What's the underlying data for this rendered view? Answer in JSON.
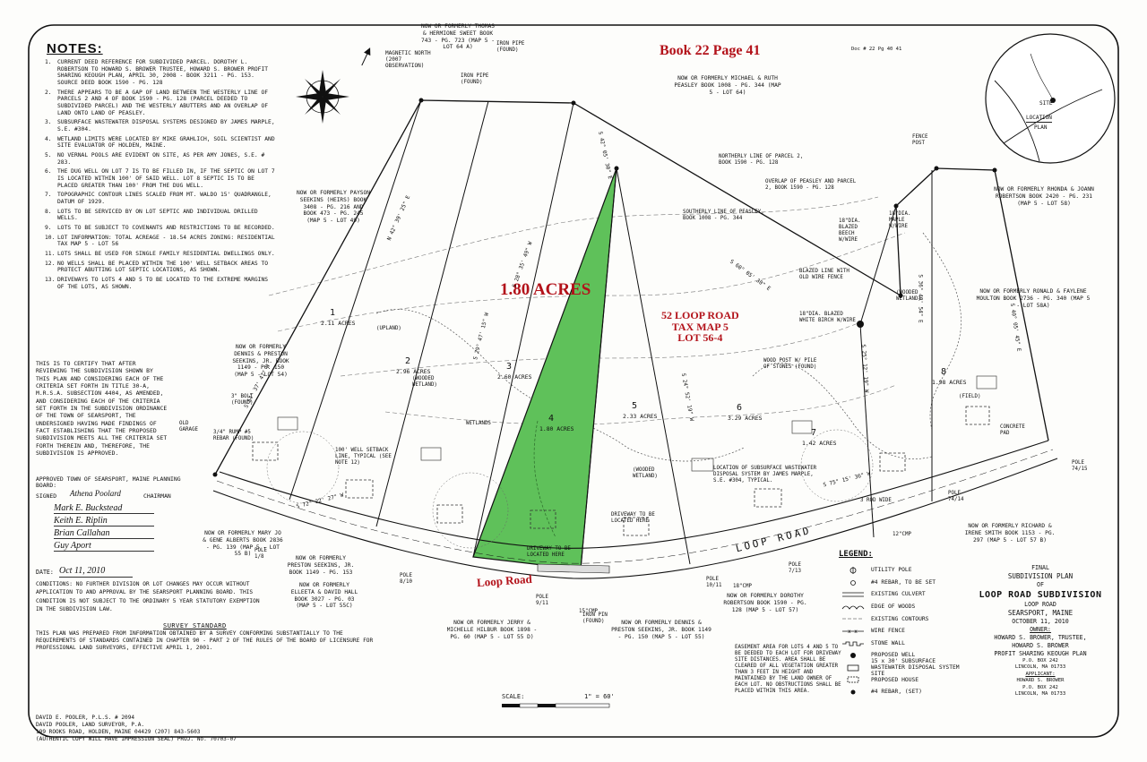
{
  "header": {
    "book_page": "Book 22 Page 41",
    "stamp": "Doc # 22 Pg 40 41"
  },
  "notes": {
    "title": "NOTES:",
    "items": [
      {
        "n": "1.",
        "text": "CURRENT DEED REFERENCE FOR SUBDIVIDED PARCEL. DOROTHY L. ROBERTSON TO HOWARD S. BROWER TRUSTEE, HOWARD S. BROWER PROFIT SHARING KEOUGH PLAN, APRIL 30, 2008 - BOOK 3211 - PG. 153. SOURCE DEED BOOK 1590 - PG. 128"
      },
      {
        "n": "2.",
        "text": "THERE APPEARS TO BE A GAP OF LAND BETWEEN THE WESTERLY LINE OF PARCELS 2 AND 4 OF BOOK 1590 - PG. 128 (PARCEL DEEDED TO SUBDIVIDED PARCEL) AND THE WESTERLY ABUTTERS AND AN OVERLAP OF LAND ONTO LAND OF PEASLEY."
      },
      {
        "n": "3.",
        "text": "SUBSURFACE WASTEWATER DISPOSAL SYSTEMS DESIGNED BY JAMES MARPLE, S.E. #304."
      },
      {
        "n": "4.",
        "text": "WETLAND LIMITS WERE LOCATED BY MIKE GRAHLICH, SOIL SCIENTIST AND SITE EVALUATOR OF HOLDEN, MAINE."
      },
      {
        "n": "5.",
        "text": "NO VERNAL POOLS ARE EVIDENT ON SITE, AS PER AMY JONES, S.E. # 283."
      },
      {
        "n": "6.",
        "text": "THE DUG WELL ON LOT 7 IS TO BE FILLED IN, IF THE SEPTIC ON LOT 7 IS LOCATED WITHIN 100' OF SAID WELL. LOT 8 SEPTIC IS TO BE PLACED GREATER THAN 100' FROM THE DUG WELL."
      },
      {
        "n": "7.",
        "text": "TOPOGRAPHIC CONTOUR LINES SCALED FROM MT. WALDO 15' QUADRANGLE, DATUM OF 1929."
      },
      {
        "n": "8.",
        "text": "LOTS TO BE SERVICED BY ON LOT SEPTIC AND INDIVIDUAL DRILLED WELLS."
      },
      {
        "n": "9.",
        "text": "LOTS TO BE SUBJECT TO COVENANTS AND RESTRICTIONS TO BE RECORDED."
      },
      {
        "n": "10.",
        "text": "LOT INFORMATION: TOTAL ACREAGE - 18.54 ACRES ZONING: RESIDENTIAL TAX MAP 5 - LOT 56"
      },
      {
        "n": "11.",
        "text": "LOTS SHALL BE USED FOR SINGLE FAMILY RESIDENTIAL DWELLINGS ONLY."
      },
      {
        "n": "12.",
        "text": "NO WELLS SHALL BE PLACED WITHIN THE 100' WELL SETBACK AREAS TO PROTECT ABUTTING LOT SEPTIC LOCATIONS, AS SHOWN."
      },
      {
        "n": "13.",
        "text": "DRIVEWAYS TO LOTS 4 AND 5 TO BE LOCATED TO THE EXTREME MARGINS OF THE LOTS, AS SHOWN."
      }
    ]
  },
  "certification": "THIS IS TO CERTIFY THAT AFTER REVIEWING THE SUBDIVISION SHOWN BY THIS PLAN AND CONSIDERING EACH OF THE CRITERIA SET FORTH IN TITLE 30-A, M.R.S.A. SUBSECTION 4404, AS AMENDED, AND CONSIDERING EACH OF THE CRITERIA SET FORTH IN THE SUBDIVISION ORDINANCE OF THE TOWN OF SEARSPORT, THE UNDERSIGNED HAVING MADE FINDINGS OF FACT ESTABLISHING THAT THE PROPOSED SUBDIVISION MEETS ALL THE CRITERIA SET FORTH THEREIN AND, THEREFORE, THE SUBDIVISION IS APPROVED.",
  "approval": {
    "board": "APPROVED TOWN OF SEARSPORT, MAINE PLANNING BOARD:",
    "signed_label": "SIGNED",
    "signed_name": "Athena Poolard",
    "chairman": "CHAIRMAN",
    "signatures": [
      "Mark E. Buckstead",
      "Keith E. Riplin",
      "Brian Callahan",
      "Guy Aport"
    ]
  },
  "date": {
    "label": "DATE:",
    "value": "Oct 11, 2010"
  },
  "conditions": {
    "label": "CONDITIONS:",
    "lines": [
      "NO FURTHER DIVISION OR LOT CHANGES MAY OCCUR WITHOUT",
      "APPLICATION TO AND APPROVAL BY THE SEARSPORT PLANNING BOARD. THIS",
      "CONDITION IS NOT SUBJECT TO THE ORDINARY 5 YEAR STATUTORY EXEMPTION",
      "IN THE SUBDIVISION LAW."
    ]
  },
  "survey_standard": {
    "title": "SURVEY STANDARD",
    "text": "THIS PLAN WAS PREPARED FROM INFORMATION OBTAINED BY A SURVEY CONFORMING SUBSTANTIALLY TO THE REQUIREMENTS OF STANDARDS CONTAINED IN CHAPTER 90 - PART 2 OF THE RULES OF THE BOARD OF LICENSURE FOR PROFESSIONAL LAND SURVEYORS, EFFECTIVE APRIL 1, 2001."
  },
  "surveyor": {
    "line1": "DAVID E. POOLER, P.L.S. # 2094",
    "line2": "DAVID POOLER, LAND SURVEYOR, P.A.",
    "line3": "199 ROOKS ROAD, HOLDEN, MAINE 04429 (207) 843-5603",
    "line4": "(AUTHENTIC COPY WILL HAVE IMPRESSION SEAL) PROJ. No. 70703-07"
  },
  "map": {
    "highlight_acres": "1.80 ACRES",
    "lot_label": [
      "52 LOOP ROAD",
      "TAX MAP 5",
      "LOT 56-4"
    ],
    "road_label": "Loop Road",
    "road_name": "LOOP ROAD",
    "north_label": "MAGNETIC NORTH (2007 OBSERVATION)",
    "lots": [
      {
        "num": "1",
        "acres": "2.11 ACRES"
      },
      {
        "num": "2",
        "acres": "2.96 ACRES"
      },
      {
        "num": "3",
        "acres": "2.60 ACRES"
      },
      {
        "num": "4",
        "acres": "1.80 ACRES"
      },
      {
        "num": "5",
        "acres": "2.33 ACRES"
      },
      {
        "num": "6",
        "acres": "3.29 ACRES"
      },
      {
        "num": "7",
        "acres": "1.42 ACRES"
      },
      {
        "num": "8",
        "acres": "1.98 ACRES"
      }
    ],
    "owners": [
      {
        "id": "sweet",
        "text": "NOW OR FORMERLY THOMAS & HERMIONE SWEET BOOK 743 - PG. 723 (MAP 5 - LOT 64 A)"
      },
      {
        "id": "peasley",
        "text": "NOW OR FORMERLY MICHAEL & RUTH PEASLEY BOOK 1008 - PG. 344 (MAP 5 - LOT 64)"
      },
      {
        "id": "seekins-heirs",
        "text": "NOW OR FORMERLY PAYSON SEEKINS (HEIRS) BOOK 3408 - PG. 216 AND BOOK 473 - PG. 245 (MAP 5 - LOT 49)"
      },
      {
        "id": "rhonda",
        "text": "NOW OR FORMERLY RHONDA & JOANN ROBERTSON BOOK 2420 - PG. 231 (MAP 5 - LOT 58)"
      },
      {
        "id": "moulton",
        "text": "NOW OR FORMERLY RONALD & FAYLENE MOULTON BOOK 2736 - PG. 340 (MAP 5 - LOT 58A)"
      },
      {
        "id": "dennis-1",
        "text": "NOW OR FORMERLY DENNIS & PRESTON SEEKINS, JR. BOOK 1149 - PG. 150 (MAP 5 - LOT 54)"
      },
      {
        "id": "alberts",
        "text": "NOW OR FORMERLY MARY JO & GENE ALBERTS BOOK 2836 - PG. 139 (MAP 5 - LOT 55 B)"
      },
      {
        "id": "preston",
        "text": "NOW OR FORMERLY PRESTON SEEKINS, JR. BOOK 1149 - PG. 153"
      },
      {
        "id": "hall",
        "text": "NOW OR FORMERLY ELLEETA & DAVID HALL BOOK 3027 - PG. 03 (MAP 5 - LOT 55C)"
      },
      {
        "id": "hilbur",
        "text": "NOW OR FORMERLY JERRY & MICHELLE HILBUR BOOK 1898 - PG. 60 (MAP 5 - LOT 55 D)"
      },
      {
        "id": "dennis-2",
        "text": "NOW OR FORMERLY DENNIS & PRESTON SEEKINS, JR. BOOK 1149 - PG. 150 (MAP 5 - LOT 55)"
      },
      {
        "id": "dorothy",
        "text": "NOW OR FORMERLY DOROTHY ROBERTSON BOOK 1590 - PG. 128 (MAP 5 - LOT 57)"
      },
      {
        "id": "smith",
        "text": "NOW OR FORMERLY RICHARD & IRENE SMITH BOOK 1153 - PG. 297 (MAP 5 - LOT 57 B)"
      }
    ],
    "labels": [
      {
        "id": "iron-pipe-found-1",
        "text": "IRON PIPE (FOUND)"
      },
      {
        "id": "iron-pipe-found-2",
        "text": "IRON PIPE (FOUND)"
      },
      {
        "id": "northerly-line",
        "text": "NORTHERLY LINE OF PARCEL 2, BOOK 1590 - PG. 128"
      },
      {
        "id": "overlap",
        "text": "OVERLAP OF PEASLEY AND PARCEL 2, BOOK 1590 - PG. 128"
      },
      {
        "id": "southerly-line",
        "text": "SOUTHERLY LINE OF PEASLEY, BOOK 1008 - PG. 344"
      },
      {
        "id": "upland",
        "text": "(UPLAND)"
      },
      {
        "id": "wooded-wetland-1",
        "text": "(WOODED WETLAND)"
      },
      {
        "id": "wooded-wetland-2",
        "text": "(WOODED WETLAND)"
      },
      {
        "id": "wooded-wetland-3",
        "text": "(WOODED WETLAND)"
      },
      {
        "id": "setback",
        "text": "100' WELL SETBACK LINE, TYPICAL (SEE NOTE 12)"
      },
      {
        "id": "driveway-4",
        "text": "DRIVEWAY TO BE LOCATED HERE"
      },
      {
        "id": "driveway-5",
        "text": "DRIVEWAY TO BE LOCATED HERE"
      },
      {
        "id": "subsurface",
        "text": "LOCATION OF SUBSURFACE WASTEWATER DISPOSAL SYSTEM BY JAMES MARPLE, S.E. #304, TYPICAL."
      },
      {
        "id": "easement",
        "text": "EASEMENT AREA FOR LOTS 4 AND 5 TO BE DEEDED TO EACH LOT FOR DRIVEWAY SITE DISTANCES. AREA SHALL BE CLEARED OF ALL VEGETATION GREATER THAN 3 FEET IN HEIGHT AND MAINTAINED BY THE LAND OWNER OF EACH LOT. NO OBSTRUCTIONS SHALL BE PLACED WITHIN THIS AREA."
      },
      {
        "id": "wood-post",
        "text": "WOOD POST W/ PILE OF STONES (FOUND)"
      },
      {
        "id": "blazed-line",
        "text": "BLAZED LINE WITH OLD WIRE FENCE"
      },
      {
        "id": "birch",
        "text": "18\"DIA. BLAZED WHITE BIRCH W/WIRE"
      },
      {
        "id": "beech",
        "text": "18\"DIA. BLAZED BEECH W/WIRE"
      },
      {
        "id": "maple",
        "text": "18\"DIA. MAPLE W/WIRE"
      },
      {
        "id": "fence-post",
        "text": "FENCE POST"
      },
      {
        "id": "old-garage",
        "text": "OLD GARAGE"
      },
      {
        "id": "rebar-found",
        "text": "3/4\" RUMP #5 REBAR (FOUND)"
      },
      {
        "id": "bolt-found",
        "text": "3\" BOLT (FOUND)"
      },
      {
        "id": "field",
        "text": "(FIELD)"
      },
      {
        "id": "concrete-pad",
        "text": "CONCRETE PAD"
      },
      {
        "id": "row-wide",
        "text": "3 ROD WIDE"
      },
      {
        "id": "wetlands",
        "text": "WETLANDS"
      },
      {
        "id": "cmp-1",
        "text": "15\"CMP"
      },
      {
        "id": "cmp-2",
        "text": "18\"CMP"
      },
      {
        "id": "cmp-3",
        "text": "12\"CMP"
      },
      {
        "id": "iron-pin-found",
        "text": "IRON PIN (FOUND)"
      },
      {
        "id": "pole-1",
        "text": "POLE 1/8"
      },
      {
        "id": "pole-2",
        "text": "POLE 8/10"
      },
      {
        "id": "pole-3",
        "text": "POLE 9/11"
      },
      {
        "id": "pole-4",
        "text": "POLE 10/11"
      },
      {
        "id": "pole-5",
        "text": "POLE 7/13"
      },
      {
        "id": "pole-6",
        "text": "POLE 74/14"
      },
      {
        "id": "pole-7",
        "text": "POLE 74/15"
      }
    ],
    "bearings": [
      {
        "id": "b1",
        "text": "N 42° 39' 25\" E"
      },
      {
        "id": "b2",
        "text": "S 42° 05' 30\" E"
      },
      {
        "id": "b3",
        "text": "S 60° 05' 30\" E"
      },
      {
        "id": "b4",
        "text": "S 40° 05' 45\" E"
      },
      {
        "id": "b5",
        "text": "S 54° 37' 47\" W"
      },
      {
        "id": "b6",
        "text": "S 75° 15' 36\" W"
      },
      {
        "id": "b7",
        "text": "S 72° 22' 27\" W"
      },
      {
        "id": "b8",
        "text": "S 28° 35' 49\" W"
      },
      {
        "id": "b9",
        "text": "S 29° 47' 15\" W"
      },
      {
        "id": "b10",
        "text": "S 24° 52' 19\" W"
      },
      {
        "id": "b11",
        "text": "S 25° 12' 19\" W"
      },
      {
        "id": "b12",
        "text": "S 36° 40' 54\" E"
      }
    ]
  },
  "location_plan": {
    "title": "LOCATION",
    "subtitle": "PLAN",
    "site": "SITE"
  },
  "legend": {
    "title": "LEGEND:",
    "items": [
      {
        "symbol": "utility-pole",
        "label": "UTILITY POLE"
      },
      {
        "symbol": "rebar-set",
        "label": "#4 REBAR, TO BE SET"
      },
      {
        "symbol": "culvert",
        "label": "EXISTING CULVERT"
      },
      {
        "symbol": "woods",
        "label": "EDGE OF WOODS"
      },
      {
        "symbol": "contours",
        "label": "EXISTING CONTOURS"
      },
      {
        "symbol": "wire-fence",
        "label": "WIRE FENCE"
      },
      {
        "symbol": "stone-wall",
        "label": "STONE WALL"
      },
      {
        "symbol": "well",
        "label": "PROPOSED WELL"
      },
      {
        "symbol": "septic",
        "label": "15 x 30' SUBSURFACE WASTEWATER DISPOSAL SYSTEM SITE"
      },
      {
        "symbol": "house",
        "label": "PROPOSED HOUSE"
      },
      {
        "symbol": "rebar",
        "label": "#4 REBAR, (SET)"
      }
    ]
  },
  "title_block": {
    "final": "FINAL",
    "plan": "SUBDIVISION PLAN",
    "of": "OF",
    "name": "LOOP ROAD SUBDIVISION",
    "road": "LOOP ROAD",
    "town": "SEARSPORT, MAINE",
    "date": "OCTOBER 11, 2010",
    "owner_label": "OWNER:",
    "owner_1": "HOWARD S. BROWER, TRUSTEE,",
    "owner_2": "HOWARD S. BROWER",
    "owner_3": "PROFIT SHARING KEOUGH PLAN",
    "owner_4": "P.O. BOX 242",
    "owner_5": "LINCOLN, MA 01733",
    "applicant_label": "APPLICANT:",
    "applicant_1": "HOWARD S. BROWER",
    "applicant_2": "P.O. BOX 242",
    "applicant_3": "LINCOLN, MA 01733"
  },
  "scale": {
    "label": "SCALE:",
    "value": "1\" = 60'"
  },
  "colors": {
    "highlight": "#5fc15a",
    "red_text": "#b3121a",
    "ink": "#111111"
  }
}
